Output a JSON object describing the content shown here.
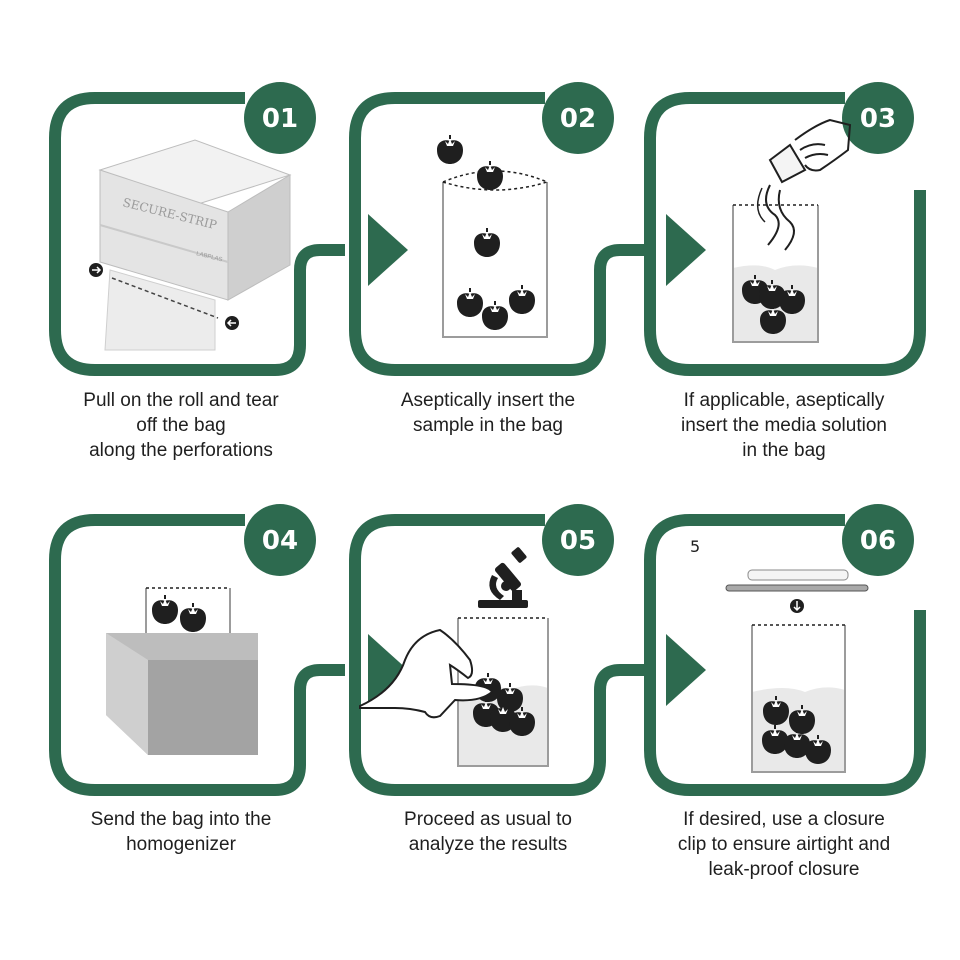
{
  "colors": {
    "accent": "#2d6a4f",
    "ink": "#1f1f1f",
    "bag": "#e6e6e6",
    "liquid": "#e9e9e9",
    "box": "#bdbdbd"
  },
  "steps": [
    {
      "number": "01",
      "caption": [
        "Pull on the roll and tear",
        "off the bag",
        "along the perforations"
      ]
    },
    {
      "number": "02",
      "caption": [
        "Aseptically insert the",
        "sample in the bag"
      ]
    },
    {
      "number": "03",
      "caption": [
        "If applicable, aseptically",
        "insert the media solution",
        "in the bag"
      ]
    },
    {
      "number": "04",
      "caption": [
        "Send the bag into the",
        "homogenizer"
      ]
    },
    {
      "number": "05",
      "caption": [
        "Proceed as usual to",
        "analyze the results"
      ]
    },
    {
      "number": "06",
      "caption": [
        "If desired, use a closure",
        "clip to ensure airtight and",
        "leak-proof closure"
      ]
    }
  ],
  "dispenser": {
    "brand": "SECURE-STRIP",
    "maker": "LABPLAS"
  },
  "stray_mark": "5",
  "icons": [
    "tear-arrow-icon",
    "tomato-icon",
    "pouring-hand-icon",
    "microscope-icon",
    "down-arrow-icon",
    "clip-rod-icon"
  ]
}
